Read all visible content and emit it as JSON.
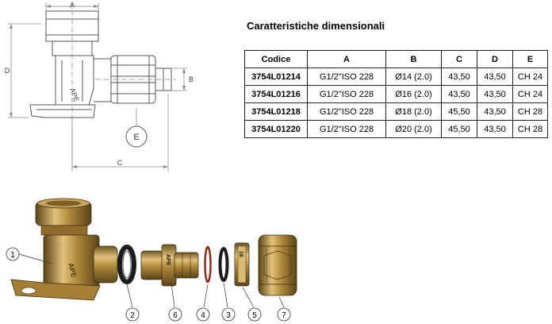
{
  "section_title": "Caratteristiche dimensionali",
  "table": {
    "headers": [
      "Codice",
      "A",
      "B",
      "C",
      "D",
      "E"
    ],
    "rows": [
      [
        "3754L01214",
        "G1/2\"ISO 228",
        "Ø14 (2.0)",
        "43,50",
        "43,50",
        "CH 24"
      ],
      [
        "3754L01216",
        "G1/2\"ISO 228",
        "Ø16 (2.0)",
        "43,50",
        "43,50",
        "CH 24"
      ],
      [
        "3754L01218",
        "G1/2\"ISO 228",
        "Ø18 (2.0)",
        "45,50",
        "43,50",
        "CH 28"
      ],
      [
        "3754L01220",
        "G1/2\"ISO 228",
        "Ø20 (2.0)",
        "45,50",
        "43,50",
        "CH 28"
      ]
    ]
  },
  "drawing": {
    "dim_labels": {
      "a": "A",
      "b": "B",
      "c": "C",
      "d": "D",
      "e": "E"
    },
    "colors": {
      "line": "#555555",
      "dim": "#888888"
    }
  },
  "exploded": {
    "callouts": [
      "1",
      "2",
      "6",
      "4",
      "3",
      "5",
      "7"
    ],
    "body_marking": "APE",
    "insert_marking": "APE",
    "ring_marking": "16",
    "colors": {
      "brass": "#b08a3a",
      "brass_dark": "#6e5420",
      "brass_light": "#e0c27a",
      "oring": "#222222",
      "ring_red": "#8a2a1a"
    }
  }
}
